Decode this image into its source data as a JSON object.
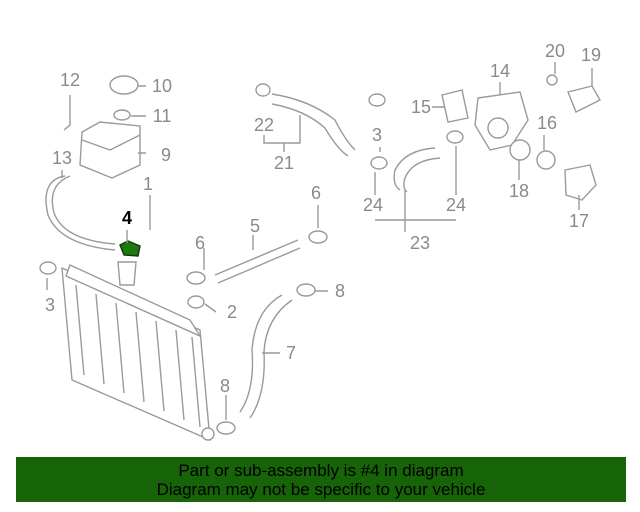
{
  "diagram": {
    "callouts": [
      "12",
      "10",
      "11",
      "9",
      "13",
      "1",
      "4",
      "3",
      "3",
      "6",
      "6",
      "5",
      "2",
      "8",
      "7",
      "8",
      "22",
      "21",
      "15",
      "14",
      "20",
      "19",
      "16",
      "18",
      "17",
      "24",
      "24",
      "23"
    ],
    "highlighted_part": "4",
    "highlight_color": "#1e7a10"
  },
  "banner": {
    "line1": "Part or sub-assembly is #4 in diagram",
    "line2": "Diagram may not be specific to your vehicle",
    "color": "#166308"
  }
}
